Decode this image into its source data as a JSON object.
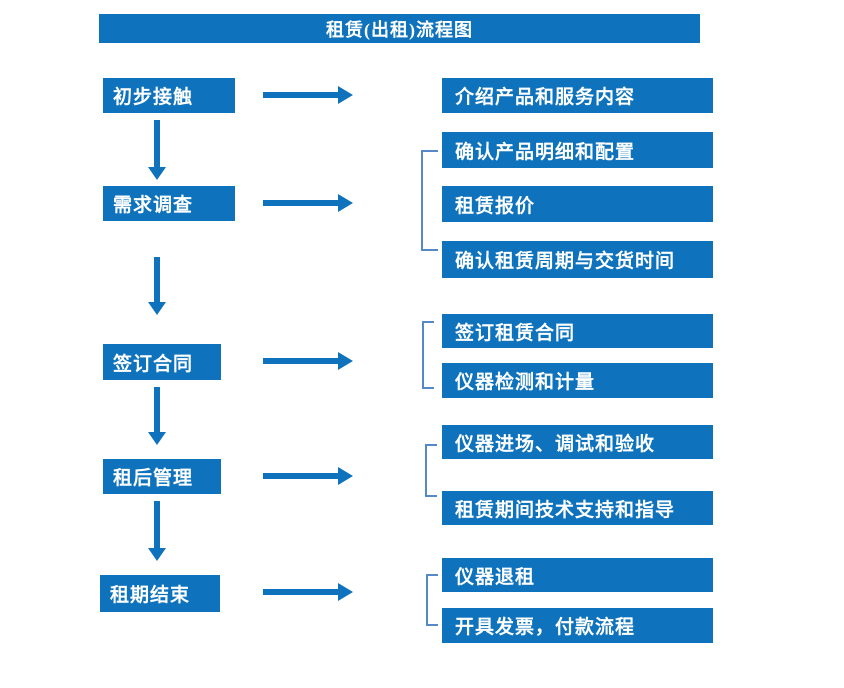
{
  "title": "租赁(出租)流程图",
  "colors": {
    "primary_blue": "#0E72BC",
    "bracket_blue": "#5488C7",
    "box_text": "#FFFFFF",
    "background": "#FFFFFF"
  },
  "steps": [
    {
      "label": "初步接触",
      "details": [
        "介绍产品和服务内容"
      ]
    },
    {
      "label": "需求调查",
      "details": [
        "确认产品明细和配置",
        "租赁报价",
        "确认租赁周期与交货时间"
      ]
    },
    {
      "label": "签订合同",
      "details": [
        "签订租赁合同",
        "仪器检测和计量"
      ]
    },
    {
      "label": "租后管理",
      "details": [
        "仪器进场、调试和验收",
        "租赁期间技术支持和指导"
      ]
    },
    {
      "label": "租期结束",
      "details": [
        "仪器退租",
        "开具发票，付款流程"
      ]
    }
  ]
}
